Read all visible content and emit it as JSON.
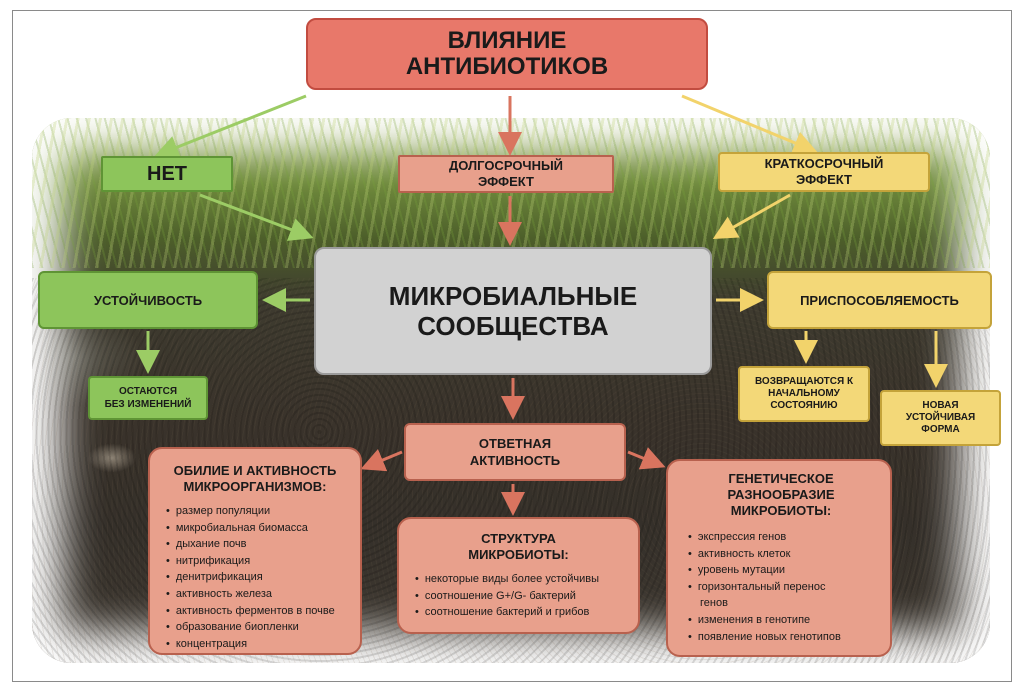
{
  "title": {
    "line1": "ВЛИЯНИЕ",
    "line2": "АНТИБИОТИКОВ"
  },
  "effects": {
    "none": "НЕТ",
    "long_line1": "ДОЛГОСРОЧНЫЙ",
    "long_line2": "ЭФФЕКТ",
    "short_line1": "КРАТКОСРОЧНЫЙ",
    "short_line2": "ЭФФЕКТ"
  },
  "center": {
    "line1": "МИКРОБИАЛЬНЫЕ",
    "line2": "СООБЩЕСТВА"
  },
  "left": {
    "resistance": "УСТОЙЧИВОСТЬ",
    "remain_line1": "ОСТАЮТСЯ",
    "remain_line2": "БЕЗ ИЗМЕНЕНИЙ"
  },
  "right": {
    "adaptability": "ПРИСПОСОБЛЯЕМОСТЬ",
    "return_line1": "ВОЗВРАЩАЮТСЯ К",
    "return_line2": "НАЧАЛЬНОМУ",
    "return_line3": "СОСТОЯНИЮ",
    "new_line1": "НОВАЯ",
    "new_line2": "УСТОЙЧИВАЯ",
    "new_line3": "ФОРМА"
  },
  "response": {
    "line1": "ОТВЕТНАЯ",
    "line2": "АКТИВНОСТЬ"
  },
  "panels": {
    "abundance": {
      "title_line1": "ОБИЛИЕ И АКТИВНОСТЬ",
      "title_line2": "МИКРООРГАНИЗМОВ:",
      "items": [
        "размер популяции",
        "микробиальная биомасса",
        "дыхание почв",
        "нитрификация",
        "денитрификация",
        "активность железа",
        "активность ферментов в почве",
        "образование биопленки",
        "концентрация"
      ]
    },
    "structure": {
      "title_line1": "СТРУКТУРА",
      "title_line2": "МИКРОБИОТЫ:",
      "items": [
        "некоторые виды более устойчивы",
        "соотношение G+/G- бактерий",
        "соотношение бактерий и грибов"
      ]
    },
    "genetic": {
      "title_line1": "ГЕНЕТИЧЕСКОЕ",
      "title_line2": "РАЗНООБРАЗИЕ",
      "title_line3": "МИКРОБИОТЫ:",
      "items": [
        "экспрессия генов",
        "активность клеток",
        "уровень мутации",
        "горизонтальный перенос",
        "изменения в генотипе",
        "появление новых генотипов"
      ],
      "item_continuation": "генов"
    }
  },
  "colors": {
    "title_fill": "#e8786a",
    "long_effect_fill": "#e8a08c",
    "none_fill": "#8dc55b",
    "short_effect_fill": "#f3d878",
    "center_fill": "#d2d2d2",
    "green_arrow": "#9ccc65",
    "yellow_arrow": "#f2d36b",
    "red_arrow": "#d9745f"
  }
}
